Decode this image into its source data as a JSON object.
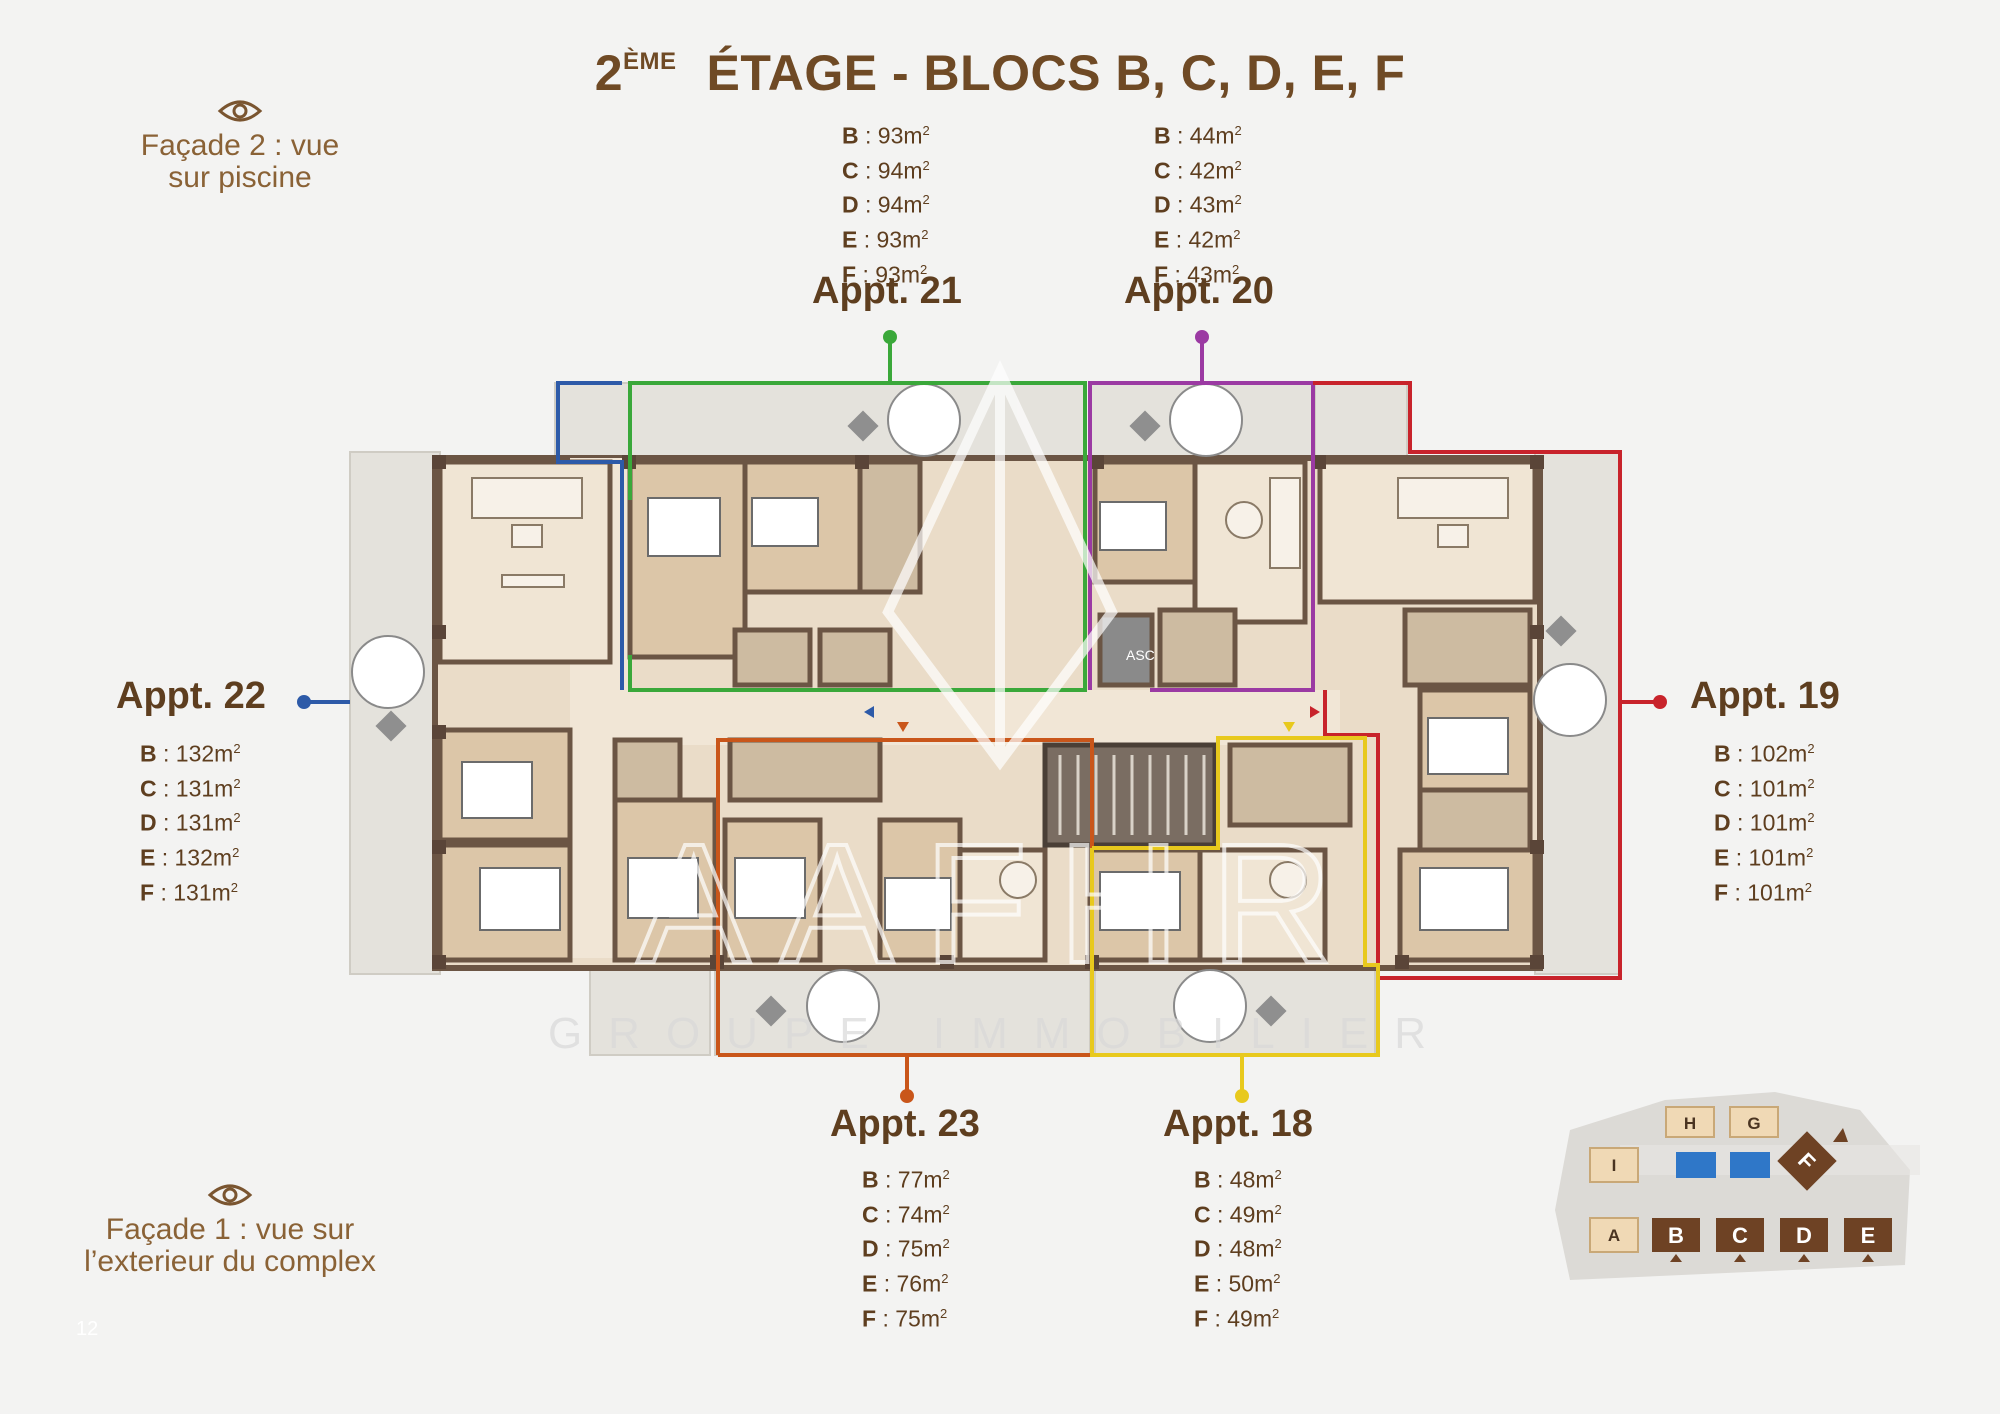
{
  "title": {
    "main": "2",
    "sup": "ÈME",
    "rest": "ÉTAGE - BLOCS B, C, D, E, F"
  },
  "facades": {
    "top": {
      "line1": "Façade 2 : vue",
      "line2": "sur piscine",
      "icon": "eye-icon"
    },
    "bottom": {
      "line1": "Façade 1 : vue sur",
      "line2": "l’exterieur du complex",
      "icon": "eye-icon"
    }
  },
  "unit": "m",
  "apartments": [
    {
      "id": "21",
      "label": "Appt. 21",
      "color": "#3aa83a",
      "areas": [
        {
          "b": "B",
          "v": " : 93m"
        },
        {
          "b": "C",
          "v": " : 94m"
        },
        {
          "b": "D",
          "v": " : 94m"
        },
        {
          "b": "E",
          "v": " : 93m"
        },
        {
          "b": "F",
          "v": " : 93m"
        }
      ]
    },
    {
      "id": "20",
      "label": "Appt. 20",
      "color": "#9b3aa3",
      "areas": [
        {
          "b": "B",
          "v": " : 44m"
        },
        {
          "b": "C",
          "v": " : 42m"
        },
        {
          "b": "D",
          "v": " : 43m"
        },
        {
          "b": "E",
          "v": " : 42m"
        },
        {
          "b": "F",
          "v": " : 43m"
        }
      ]
    },
    {
      "id": "22",
      "label": "Appt. 22",
      "color": "#2d5aa8",
      "areas": [
        {
          "b": "B",
          "v": " : 132m"
        },
        {
          "b": "C",
          "v": " : 131m"
        },
        {
          "b": "D",
          "v": " : 131m"
        },
        {
          "b": "E",
          "v": " : 132m"
        },
        {
          "b": "F",
          "v": " : 131m"
        }
      ]
    },
    {
      "id": "19",
      "label": "Appt. 19",
      "color": "#c8232b",
      "areas": [
        {
          "b": "B",
          "v": " : 102m"
        },
        {
          "b": "C",
          "v": " : 101m"
        },
        {
          "b": "D",
          "v": " : 101m"
        },
        {
          "b": "E",
          "v": " : 101m"
        },
        {
          "b": "F",
          "v": " : 101m"
        }
      ]
    },
    {
      "id": "23",
      "label": "Appt. 23",
      "color": "#c9561a",
      "areas": [
        {
          "b": "B",
          "v": " : 77m"
        },
        {
          "b": "C",
          "v": " : 74m"
        },
        {
          "b": "D",
          "v": " : 75m"
        },
        {
          "b": "E",
          "v": " : 76m"
        },
        {
          "b": "F",
          "v": " : 75m"
        }
      ]
    },
    {
      "id": "18",
      "label": "Appt. 18",
      "color": "#e8c91d",
      "areas": [
        {
          "b": "B",
          "v": " : 48m"
        },
        {
          "b": "C",
          "v": " : 49m"
        },
        {
          "b": "D",
          "v": " : 48m"
        },
        {
          "b": "E",
          "v": " : 50m"
        },
        {
          "b": "F",
          "v": " : 49m"
        }
      ]
    }
  ],
  "plan": {
    "asc_label": "ASC"
  },
  "watermark": {
    "logo": "AAFHR",
    "sub": "GROUPE IMMOBILIER"
  },
  "site_map": {
    "blocks": [
      "H",
      "G",
      "I",
      "A",
      "B",
      "C",
      "D",
      "E",
      "F"
    ]
  },
  "page_number": "12"
}
